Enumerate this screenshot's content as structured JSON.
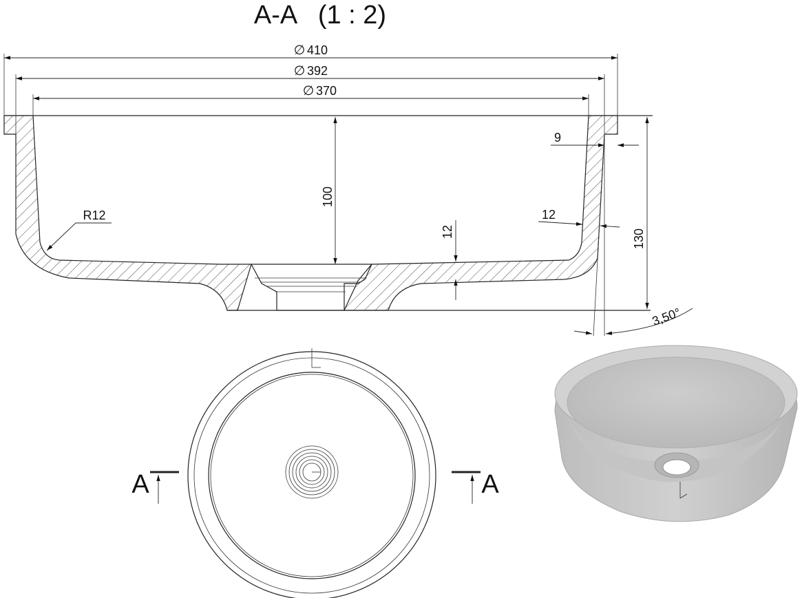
{
  "section": {
    "title": "A-A   (1 : 2)",
    "dims": {
      "outer_diameter": "410",
      "rim_diameter": "392",
      "inner_diameter": "370",
      "rim_width": "9",
      "depth": "100",
      "bottom_thickness": "12",
      "wall_thickness": "12",
      "fillet_radius": "R12",
      "overall_height": "130",
      "draft_angle": "3,50°"
    }
  },
  "plan_view": {
    "section_marker_left": "A",
    "section_marker_right": "A"
  },
  "iso_view": {
    "surface_color": "#c8c8c8",
    "shadow_color": "#9d9d9d"
  }
}
